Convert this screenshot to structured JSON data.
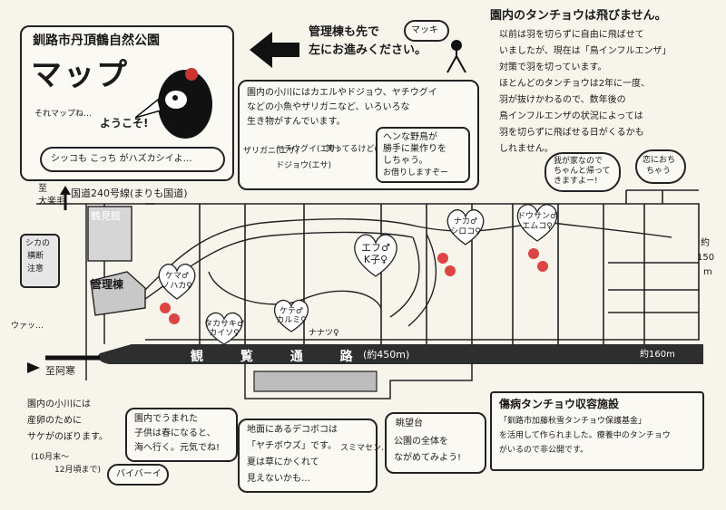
{
  "title_box": {
    "park_name": "釧路市丹頂鶴自然公園",
    "map_word": "マップ",
    "greeting": "ようこそ!",
    "chick_speech": "それマップね…",
    "bottom_speech": "シッコも こっち がハズカシイよ…"
  },
  "arrow_note": {
    "text_line1": "管理棟も先で",
    "text_line2": "左にお進みください。",
    "bird_name": "マッキ"
  },
  "river_box": {
    "lines": [
      "園内の小川にはカエルやドジョウ、ヤチウグイ",
      "などの小魚やザリガニなど、いろいろな",
      "生き物がすんでいます。"
    ],
    "creature_labels": [
      "ザリガニ(エサ)",
      "ドジョウ(エサ)",
      "ヤチウグイ(エサ)",
      "笑ってるけど(エサ)"
    ],
    "wild_bird_note": [
      "ヘンな野鳥が",
      "勝手に巣作りを",
      "しちゃう。"
    ],
    "borrow_note": "お借りしますぞー"
  },
  "info_top_right": {
    "title": "園内のタンチョウは飛びません。",
    "lines": [
      "以前は羽を切らずに自由に飛ばせて",
      "いましたが、現在は「鳥インフルエンザ」",
      "対策で羽を切っています。",
      "ほとんどのタンチョウは2年に一度、",
      "羽が抜けかわるので、数年後の",
      "鳥インフルエンザの状況によっては",
      "羽を切らずに飛ばせる日がくるかも",
      "しれません。"
    ],
    "speech_left": [
      "我が家なので",
      "ちゃんと帰って",
      "きますよー!"
    ],
    "speech_right": [
      "恋におち",
      "ちゃう"
    ]
  },
  "map": {
    "route_sign": "国道240号線(まりも国道)",
    "to_okan": [
      "至",
      "大楽毛"
    ],
    "to_akan": "至阿寒",
    "facility": "鶴見館",
    "admin": "管理棟",
    "crossing_sign": [
      "シカの",
      "横断",
      "注意"
    ],
    "deer_sound": "ウァッ…",
    "walkway": "観 覧 通 路",
    "walkway_length": "(約450m)",
    "east_length": "約160m",
    "north_length": [
      "約",
      "150",
      "m"
    ],
    "pens": [
      {
        "id": "kema",
        "lines": [
          "ケマ♂",
          "ノハカ♀"
        ]
      },
      {
        "id": "taka",
        "lines": [
          "タカサキ♂",
          "カイソ♀"
        ]
      },
      {
        "id": "kete",
        "lines": [
          "ケテ♂",
          "カルミ♀"
        ]
      },
      {
        "id": "nanatsu",
        "lines": [
          "ナナツ♀"
        ]
      },
      {
        "id": "efu",
        "lines": [
          "エフ♂",
          "K子♀"
        ]
      },
      {
        "id": "naka",
        "lines": [
          "ナカ♂",
          "シロコ♀"
        ]
      },
      {
        "id": "dosan",
        "lines": [
          "ドウサン♂",
          "エムコ♀"
        ]
      }
    ]
  },
  "bottom_notes": {
    "salmon": [
      "園内の小川には",
      "産卵のために",
      "サケがのぼります。",
      "(10月末～",
      "12月頃まで)"
    ],
    "chicks": [
      "園内でうまれた",
      "子供は春になると、",
      "海へ行く。元気でね!"
    ],
    "bye": "バイバーイ",
    "mounds": [
      "地面にあるデコボコは",
      "「ヤチボウズ」です。",
      "夏は草にかくれて",
      "見えないかも…"
    ],
    "pardon": "スミマセン…",
    "observatory": [
      "眺望台",
      "公園の全体を",
      "ながめてみよう!"
    ],
    "facility_info": [
      "傷病タンチョウ収容施設",
      "「釧路市加藤秋雪タンチョウ保護基金」",
      "を活用して作られました。療養中のタンチョウ",
      "がいるので非公開です。"
    ]
  }
}
